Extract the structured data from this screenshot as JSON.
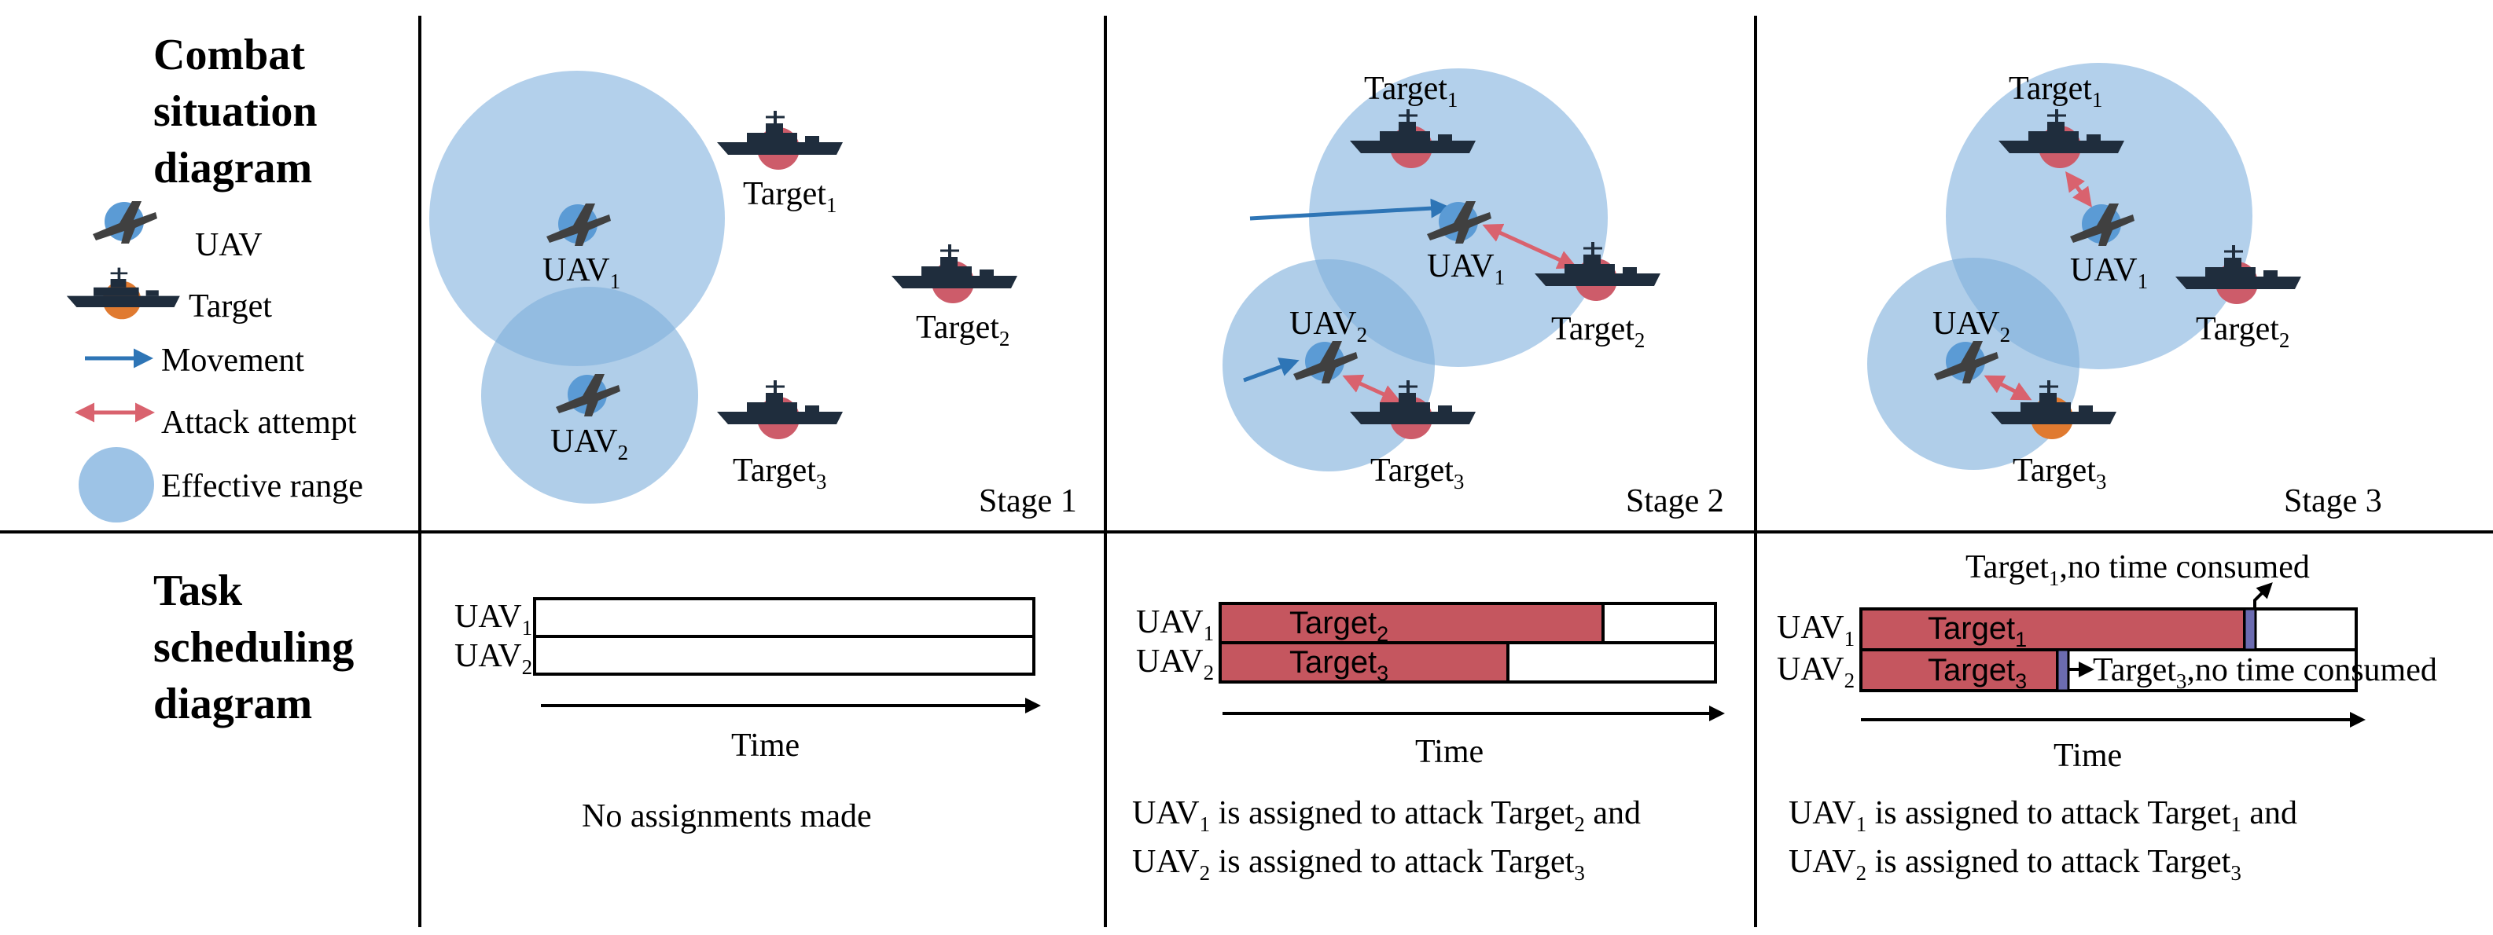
{
  "colors": {
    "range": "#9dc3e6",
    "uav_dot": "#5b9bd5",
    "target_dot": "#cd5c6a",
    "target_dot_alt": "#e07a30",
    "movement": "#2e75b6",
    "attack": "#d9626e",
    "bar_fill": "#c5565f",
    "bar_marker": "#6b6bb0",
    "ship": "#1f2d3d",
    "plane": "#404040"
  },
  "headings": {
    "combat": [
      "Combat",
      "situation",
      "diagram"
    ],
    "task": [
      "Task",
      "scheduling",
      "diagram"
    ]
  },
  "legend": {
    "uav": "UAV",
    "target": "Target",
    "movement": "Movement",
    "attack": "Attack attempt",
    "range": "Effective range"
  },
  "labels": {
    "uav": "UAV",
    "target": "Target",
    "uav1_sub": "1",
    "uav2_sub": "2",
    "t1_sub": "1",
    "t2_sub": "2",
    "t3_sub": "3"
  },
  "stages": [
    "Stage 1",
    "Stage 2",
    "Stage 3"
  ],
  "time_label": "Time",
  "schedule": {
    "stage1": {
      "caption": "No assignments made"
    },
    "stage2": {
      "uav1_task": "Target",
      "uav1_task_sub": "2",
      "uav2_task": "Target",
      "uav2_task_sub": "3",
      "caption": [
        {
          "a": "UAV",
          "a_sub": "1",
          "b": " is assigned to attack Target",
          "b_sub": "2",
          "c": " and"
        },
        {
          "a": "UAV",
          "a_sub": "2",
          "b": " is assigned to attack Target",
          "b_sub": "3",
          "c": ""
        }
      ]
    },
    "stage3": {
      "uav1_task": "Target",
      "uav1_task_sub": "1",
      "uav2_task": "Target",
      "uav2_task_sub": "3",
      "note1": "Target",
      "note1_sub": "1",
      "note1_tail": ",no time consumed",
      "note2": "Target",
      "note2_sub": "3",
      "note2_tail": ",no time consumed",
      "caption": [
        {
          "a": "UAV",
          "a_sub": "1",
          "b": " is assigned to attack Target",
          "b_sub": "1",
          "c": " and"
        },
        {
          "a": "UAV",
          "a_sub": "2",
          "b": " is assigned to attack Target",
          "b_sub": "3",
          "c": ""
        }
      ]
    }
  }
}
